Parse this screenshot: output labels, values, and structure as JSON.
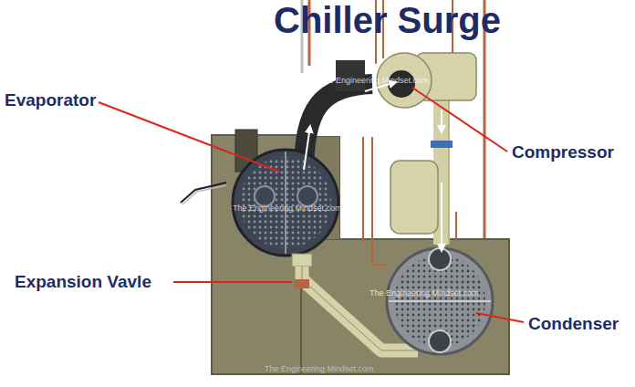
{
  "diagram": {
    "title": "Chiller Surge",
    "labels": [
      "The Engineering Mindset.com",
      "Evaporator",
      "Compressor",
      "The Engineering Mindset.com",
      "Expansion Vavle",
      "The Engineering Mindset.com",
      "Condenser",
      "The Engineering Mindset.com"
    ]
  }
}
